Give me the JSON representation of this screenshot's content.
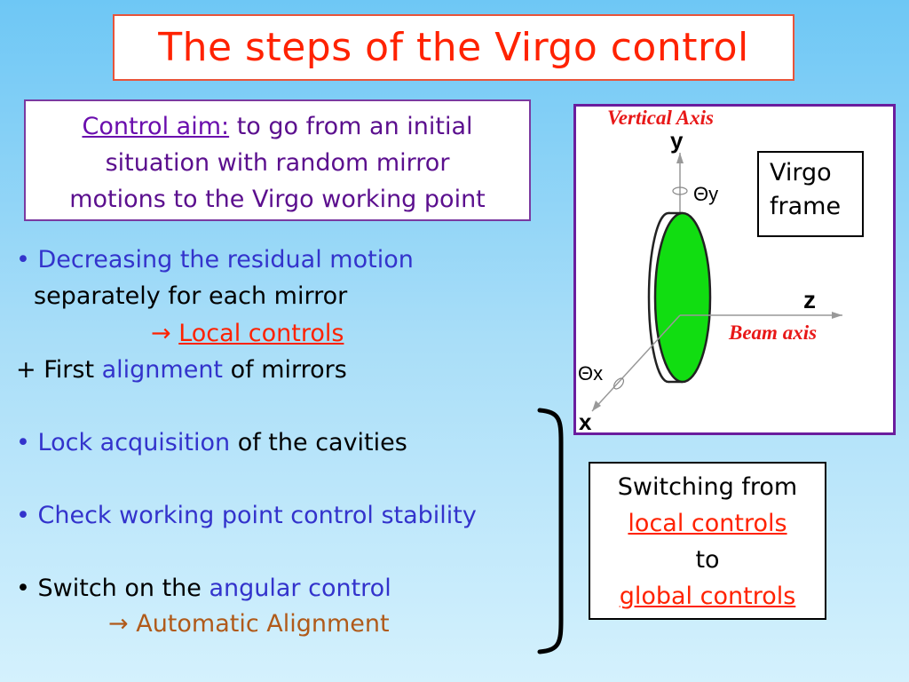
{
  "title": "The steps of the Virgo control",
  "aim": {
    "label": "Control aim:",
    "text1": " to go from an initial",
    "text2": "situation with random mirror",
    "text3": "motions to the Virgo working point"
  },
  "steps": {
    "s1_bullet": "• ",
    "s1_blue": "Decreasing the residual motion",
    "s1_line2": "separately for each mirror",
    "s1_arrow": "→ ",
    "s1_link": "Local controls",
    "s2_prefix": "+ First ",
    "s2_blue": "alignment",
    "s2_suffix": " of mirrors",
    "s3_bullet": "• ",
    "s3_blue": "Lock acquisition",
    "s3_suffix": " of the cavities",
    "s4_bullet": "• ",
    "s4_blue": "Check working point control stability",
    "s5_prefix": "• Switch on the ",
    "s5_blue": "angular control",
    "s5_arrow": "→ ",
    "s5_text": "Automatic Alignment"
  },
  "diagram": {
    "vertical_axis": "Vertical Axis",
    "y": "y",
    "theta_y": "Θy",
    "z": "z",
    "beam_axis": "Beam axis",
    "theta_x": "Θx",
    "x": "x",
    "frame_line1": "Virgo",
    "frame_line2": "frame"
  },
  "switch": {
    "line1": "Switching from",
    "line2": "local controls",
    "line3": "to",
    "line4": "global controls"
  },
  "colors": {
    "title": "#ff2200",
    "accent_blue": "#3333cc",
    "purple": "#6a1d9e",
    "mirror_green": "#11dd11"
  }
}
